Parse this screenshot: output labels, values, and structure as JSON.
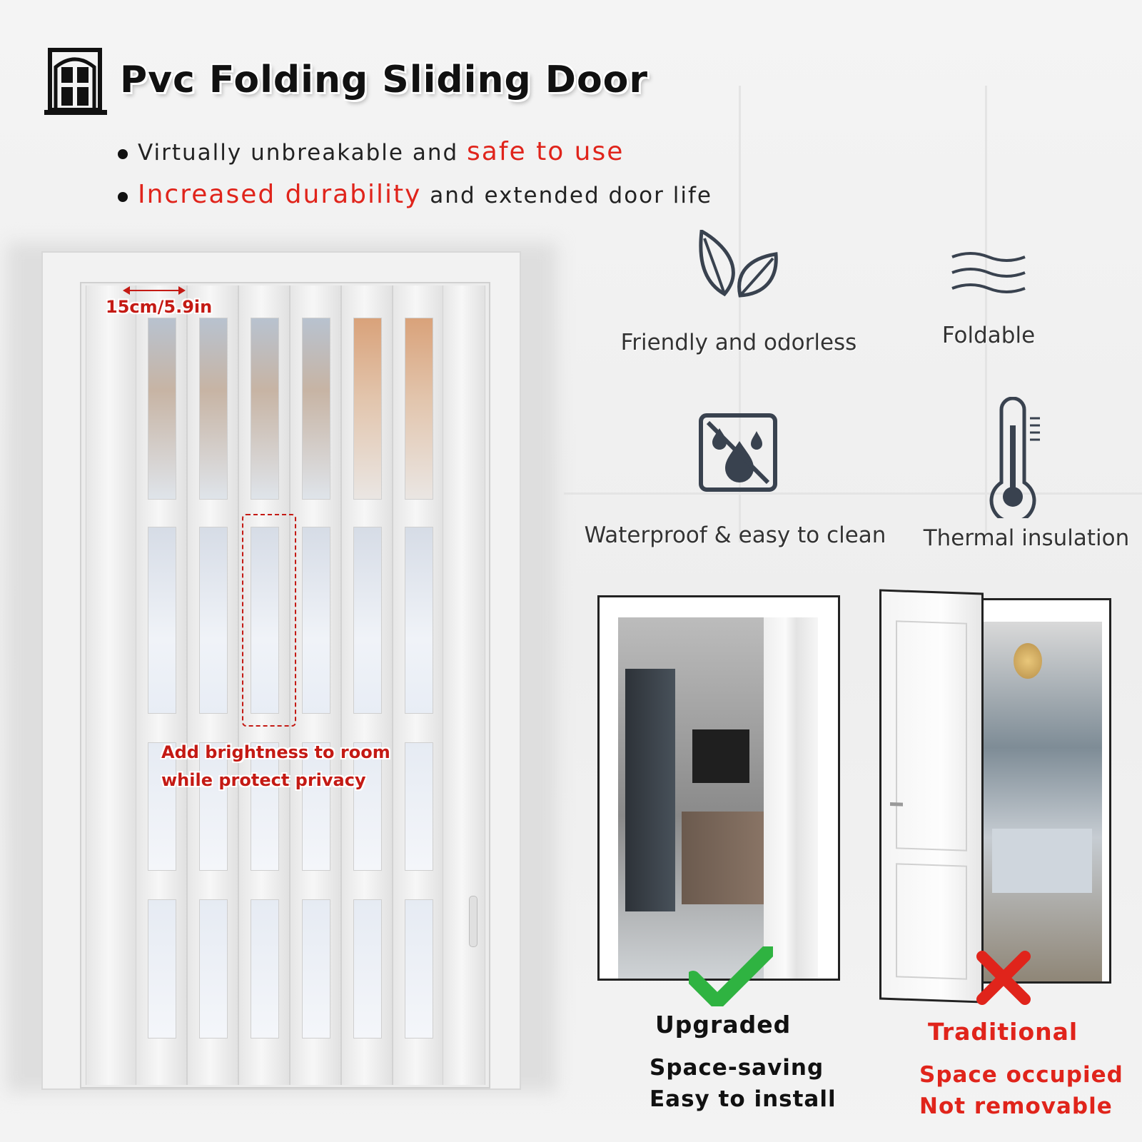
{
  "header": {
    "title": "Pvc Folding Sliding Door",
    "bullet1_prefix": "Virtually unbreakable and ",
    "bullet1_highlight": "safe to use",
    "bullet2_highlight": "Increased durability",
    "bullet2_suffix": " and extended door life",
    "icon": "door-window-icon"
  },
  "door": {
    "measure": "15cm/5.9in",
    "brightness_line1": "Add brightness to room",
    "brightness_line2": "while protect privacy"
  },
  "features": [
    {
      "label": "Friendly and odorless",
      "icon": "leaf-icon"
    },
    {
      "label": "Foldable",
      "icon": "waves-icon"
    },
    {
      "label": "Waterproof & easy to clean",
      "icon": "no-water-icon"
    },
    {
      "label": "Thermal insulation",
      "icon": "thermometer-icon"
    }
  ],
  "comparison": {
    "upgraded": {
      "label": "Upgraded",
      "line1": "Space-saving",
      "line2": "Easy to install",
      "icon": "check-icon"
    },
    "traditional": {
      "label": "Traditional",
      "line1": "Space occupied",
      "line2": "Not removable",
      "icon": "cross-icon"
    }
  },
  "colors": {
    "accent_red": "#e0241b",
    "check_green": "#2fb341",
    "text_dark": "#111111"
  }
}
